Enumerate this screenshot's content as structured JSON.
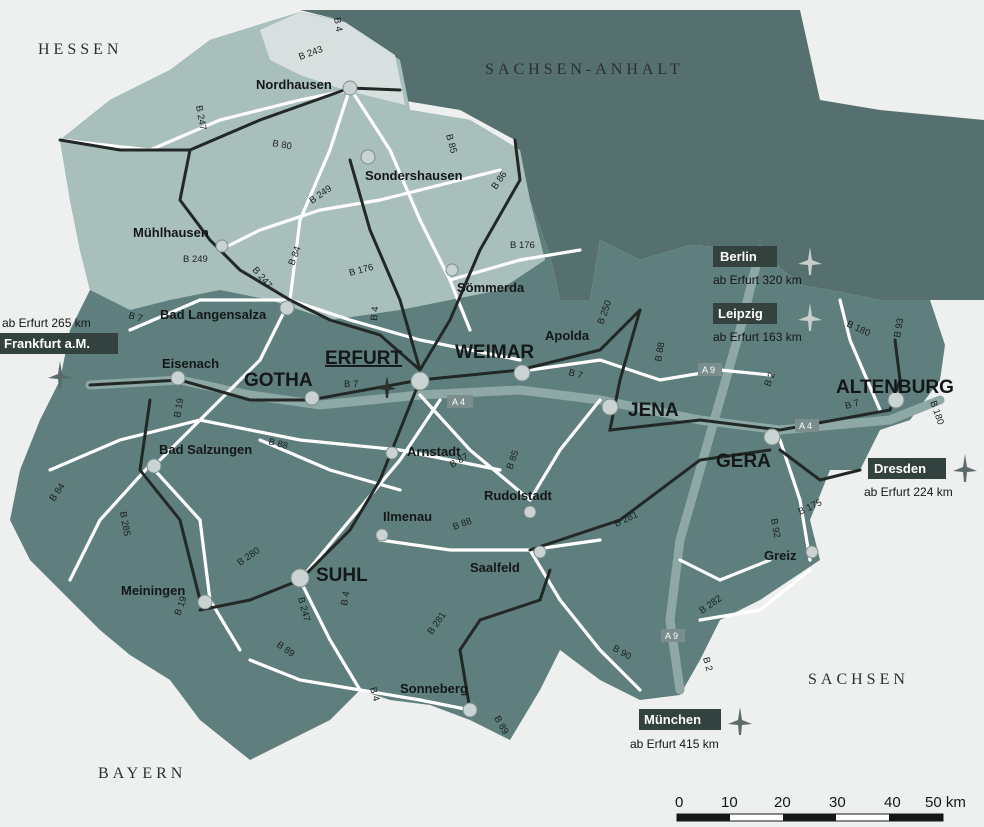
{
  "regions": {
    "hessen": "HESSEN",
    "sachsen_anhalt": "SACHSEN-ANHALT",
    "sachsen": "SACHSEN",
    "bayern": "BAYERN"
  },
  "major_cities": {
    "erfurt": "ERFURT",
    "weimar": "WEIMAR",
    "gotha": "GOTHA",
    "jena": "JENA",
    "gera": "GERA",
    "suhl": "SUHL",
    "altenburg": "ALTENBURG"
  },
  "towns": {
    "nordhausen": "Nordhausen",
    "sondershausen": "Sondershausen",
    "muehlhausen": "Mühlhausen",
    "soemmerda": "Sömmerda",
    "bad_langensalza": "Bad Langensalza",
    "apolda": "Apolda",
    "eisenach": "Eisenach",
    "bad_salzungen": "Bad Salzungen",
    "arnstadt": "Arnstadt",
    "ilmenau": "Ilmenau",
    "rudolstadt": "Rudolstadt",
    "saalfeld": "Saalfeld",
    "meiningen": "Meiningen",
    "sonneberg": "Sonneberg",
    "greiz": "Greiz"
  },
  "roads": {
    "b4_top": "B 4",
    "b243": "B 243",
    "b247_nw": "B 247",
    "b80": "B 80",
    "b85": "B 85",
    "b86": "B 86",
    "b249_n": "B 249",
    "b249_w": "B 249",
    "b84_n": "B 84",
    "b247_c": "B 247",
    "b176_c": "B 176",
    "b176_e": "B 176",
    "b4_c": "B 4",
    "b7_w": "B 7",
    "b7_c": "B 7",
    "b7_e": "B 7",
    "b250": "B 250",
    "b88_e": "B 88",
    "b2_e": "B 2",
    "b180": "B 180",
    "b93": "B 93",
    "b7_far": "B 7",
    "b180_far": "B 180",
    "b19_n": "B 19",
    "b88_w": "B 88",
    "b87": "B 87",
    "b85_s": "B 85",
    "b84_sw": "B 84",
    "b285": "B 285",
    "b88_s": "B 88",
    "b281_e": "B 281",
    "b92": "B 92",
    "b175": "B 175",
    "b280": "B 280",
    "b247_s": "B 247",
    "b4_s": "B 4",
    "b19_s": "B 19",
    "b89_s": "B 89",
    "b281_s": "B 281",
    "b282": "B 282",
    "b90": "B 90",
    "b2_s": "B 2",
    "b4_far": "B 4",
    "b89_se": "B 89"
  },
  "highways": {
    "a4_c": "A 4",
    "a9_n": "A 9",
    "a4_e": "A 4",
    "a9_s": "A 9"
  },
  "distances": {
    "berlin": {
      "city": "Berlin",
      "km": "ab Erfurt 320 km"
    },
    "leipzig": {
      "city": "Leipzig",
      "km": "ab Erfurt 163 km"
    },
    "frankfurt": {
      "city": "Frankfurt a.M.",
      "km": "ab Erfurt 265 km"
    },
    "dresden": {
      "city": "Dresden",
      "km": "ab Erfurt 224 km"
    },
    "muenchen": {
      "city": "München",
      "km": "ab Erfurt 415 km"
    }
  },
  "scale": {
    "ticks": [
      "0",
      "10",
      "20",
      "30",
      "40",
      "50 km"
    ]
  },
  "colors": {
    "land": "#5f7f7e",
    "outside": "#eef0ef",
    "north_light": "#a9bfbc",
    "dark_neighbor": "#4f6a6a",
    "road": "#ffffff",
    "highway": "#8ea8a6",
    "dark_road": "#222826"
  }
}
